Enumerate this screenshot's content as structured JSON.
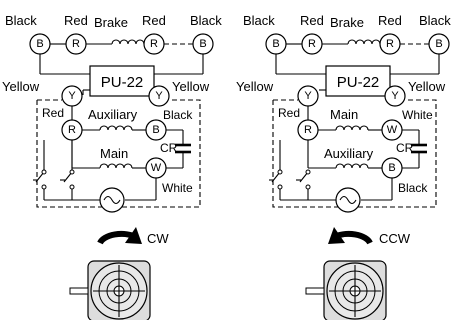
{
  "left": {
    "top_labels": {
      "b_left": "Black",
      "r_left": "Red",
      "brake": "Brake",
      "r_right": "Red",
      "b_right": "Black"
    },
    "controller": "PU-22",
    "yellow_left": "Yellow",
    "yellow_right": "Yellow",
    "red": "Red",
    "coil_upper": "Auxiliary",
    "coil_upper_color": "Black",
    "coil_lower": "Main",
    "coil_lower_color": "White",
    "capacitor": "CR",
    "direction": "CW",
    "nodes": {
      "b": "B",
      "r": "R",
      "y": "Y",
      "w": "W"
    }
  },
  "right": {
    "top_labels": {
      "b_left": "Black",
      "r_left": "Red",
      "brake": "Brake",
      "r_right": "Red",
      "b_right": "Black"
    },
    "controller": "PU-22",
    "yellow_left": "Yellow",
    "yellow_right": "Yellow",
    "red": "Red",
    "coil_upper": "Main",
    "coil_upper_color": "White",
    "coil_lower": "Auxiliary",
    "coil_lower_color": "Black",
    "capacitor": "CR",
    "direction": "CCW",
    "nodes": {
      "b": "B",
      "r": "R",
      "y": "Y",
      "w": "W"
    }
  }
}
